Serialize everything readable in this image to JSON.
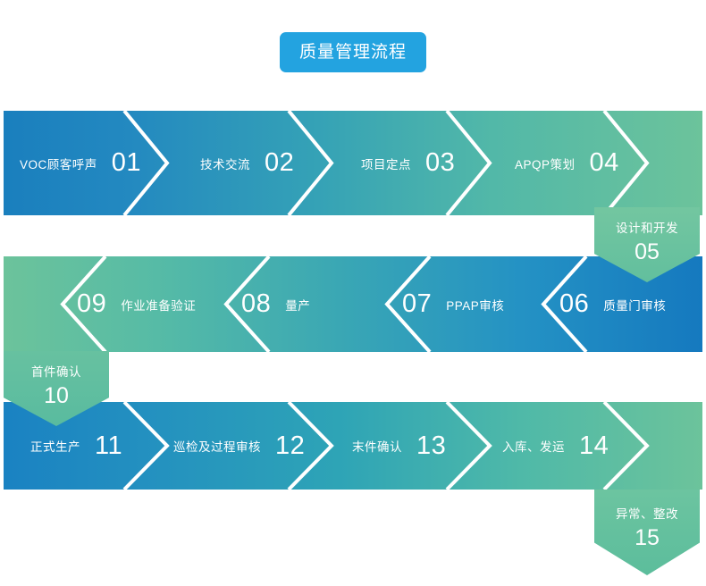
{
  "title": {
    "text": "质量管理流程",
    "color": "#23a3e0"
  },
  "colors": {
    "blue": "#1a7fbe",
    "teal": "#35a2b6",
    "green": "#6cc39b",
    "divider": "#ffffff",
    "text": "#ffffff"
  },
  "rows": [
    {
      "id": "row-1",
      "direction": "left-to-right",
      "steps": [
        {
          "num": "01",
          "label": "VOC顾客呼声"
        },
        {
          "num": "02",
          "label": "技术交流"
        },
        {
          "num": "03",
          "label": "项目定点"
        },
        {
          "num": "04",
          "label": "APQP策划"
        }
      ]
    },
    {
      "id": "row-2",
      "direction": "right-to-left",
      "steps": [
        {
          "num": "09",
          "label": "作业准备验证"
        },
        {
          "num": "08",
          "label": "量产"
        },
        {
          "num": "07",
          "label": "PPAP审核"
        },
        {
          "num": "06",
          "label": "质量门审核"
        }
      ]
    },
    {
      "id": "row-3",
      "direction": "left-to-right",
      "steps": [
        {
          "num": "11",
          "label": "正式生产"
        },
        {
          "num": "12",
          "label": "巡检及过程审核"
        },
        {
          "num": "13",
          "label": "末件确认"
        },
        {
          "num": "14",
          "label": "入库、发运"
        }
      ]
    }
  ],
  "connectors": [
    {
      "id": "conn-05",
      "num": "05",
      "label": "设计和开发"
    },
    {
      "id": "conn-10",
      "num": "10",
      "label": "首件确认"
    },
    {
      "id": "conn-15",
      "num": "15",
      "label": "异常、整改"
    }
  ]
}
